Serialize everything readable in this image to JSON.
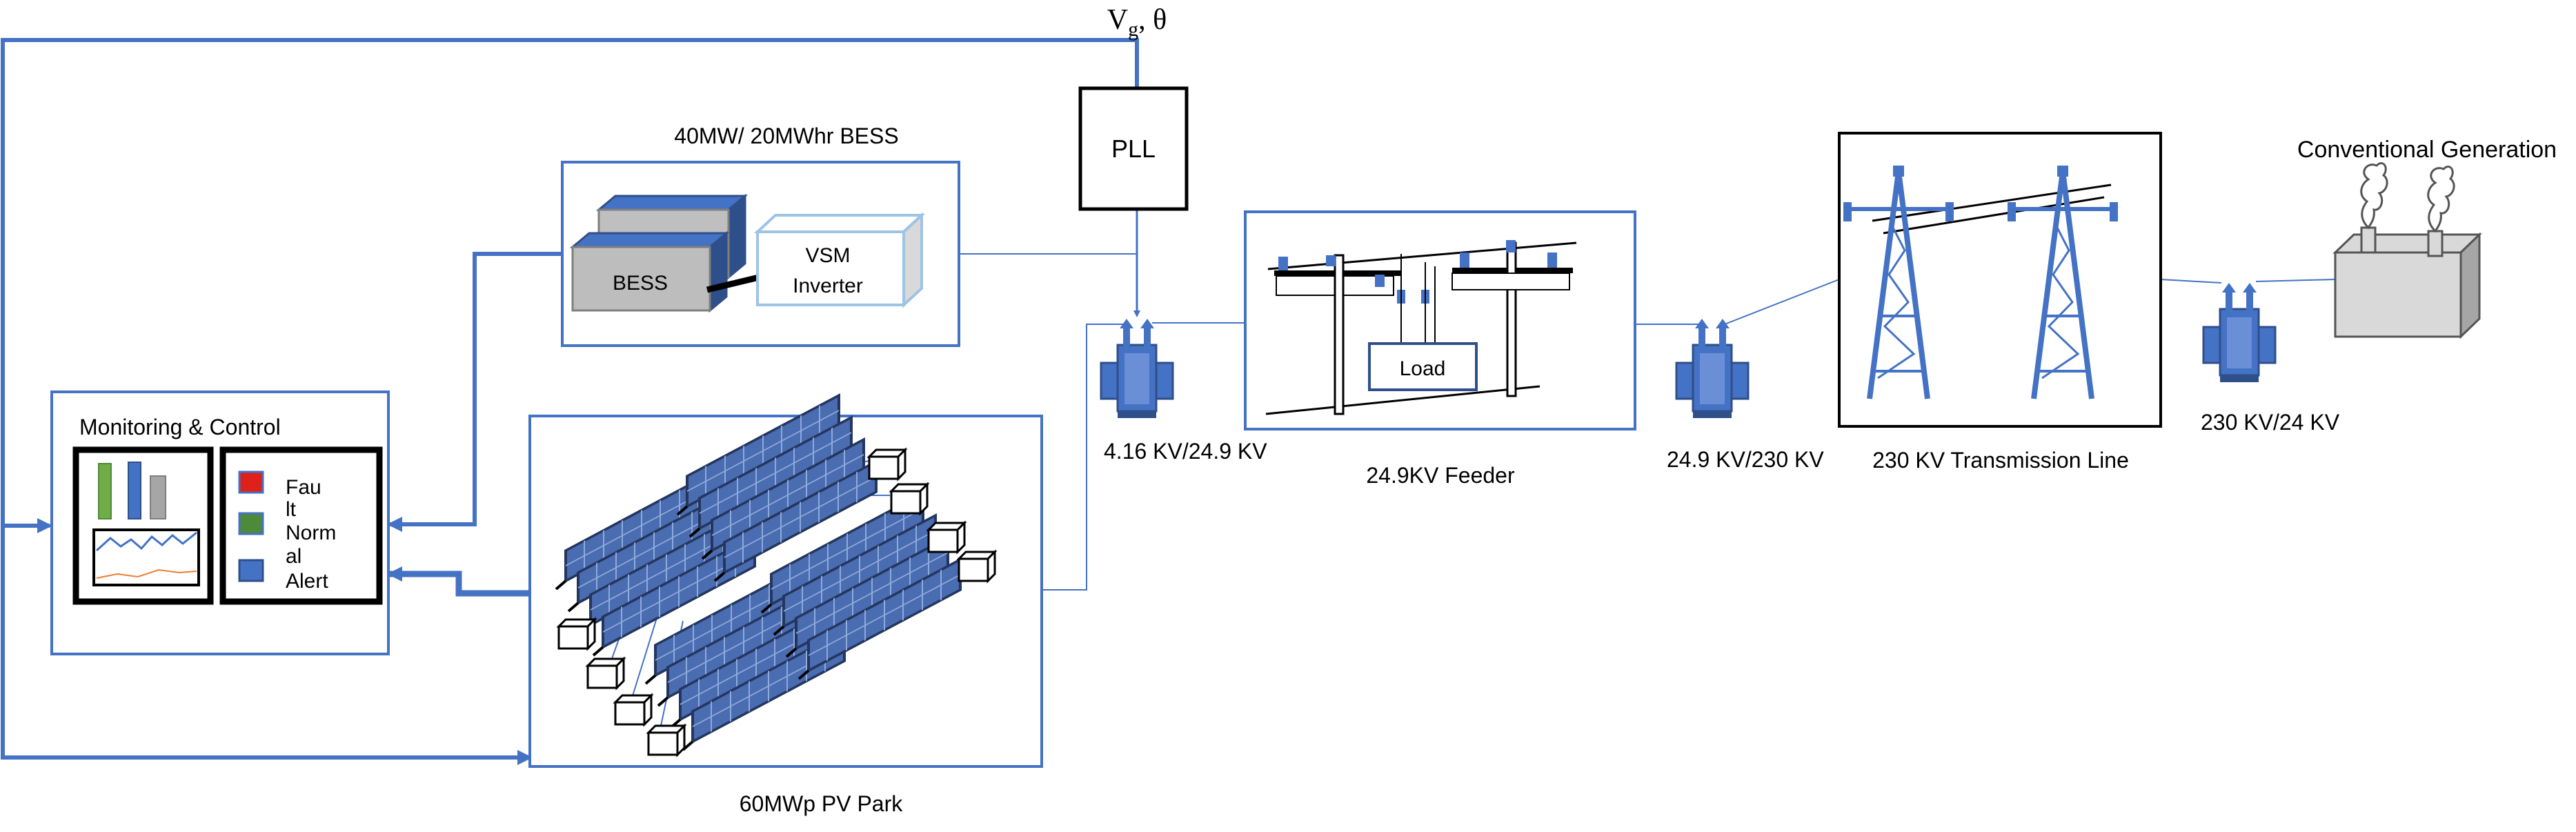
{
  "pll": {
    "signal": "V",
    "signal_sub": "g",
    "signal_tail": ", θ",
    "label": "PLL"
  },
  "bess": {
    "title": "40MW/ 20MWhr BESS",
    "battery_label": "BESS",
    "inverter_line1": "VSM",
    "inverter_line2": "Inverter"
  },
  "monitoring": {
    "title": "Monitoring & Control",
    "legend": [
      {
        "line1": "Fau",
        "line2": "lt",
        "color": "#e0201b"
      },
      {
        "line1": "Norm",
        "line2": "al",
        "color": "#4e8a3a"
      },
      {
        "line1": "Alert",
        "line2": "",
        "color": "#4472c4"
      }
    ]
  },
  "pv_park": {
    "title": "60MWp PV Park"
  },
  "transformer_1": {
    "label": "4.16 KV/24.9 KV"
  },
  "feeder": {
    "title": "24.9KV Feeder",
    "load_label": "Load"
  },
  "transformer_2": {
    "label": "24.9 KV/230 KV"
  },
  "transmission": {
    "title": "230 KV Transmission Line"
  },
  "transformer_3": {
    "label": "230 KV/24 KV"
  },
  "conventional": {
    "title": "Conventional Generation"
  },
  "colors": {
    "accent": "#4472c4",
    "panel": "#4a6cb0",
    "panel_dark": "#2b3f73",
    "generator": "#d9d9d9"
  }
}
